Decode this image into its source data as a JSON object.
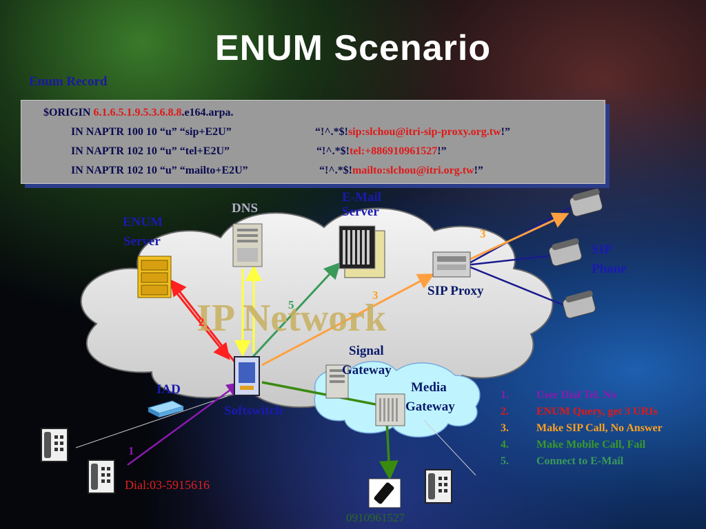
{
  "title": "ENUM Scenario",
  "enum_record": {
    "label": "Enum Record",
    "origin_prefix": "$ORIGIN ",
    "origin_digits": "6.1.6.5.1.9.5.3.6.8.8",
    "origin_suffix": ".e164.arpa.",
    "rows": [
      {
        "rr": "IN NAPTR 100 10  “u”  “sip+E2U”",
        "pre": "“!^.*$!",
        "uri": "sip:slchou@itri-sip-proxy.org.tw",
        "post": "!”"
      },
      {
        "rr": "IN NAPTR 102 10  “u”  “tel+E2U”",
        "pre": "“!^.*$!",
        "uri": "tel:+886910961527",
        "post": "!”"
      },
      {
        "rr": "IN NAPTR 102 10  “u”  “mailto+E2U”",
        "pre": "“!^.*$!",
        "uri": "mailto:slchou@itri.org.tw",
        "post": "!”"
      }
    ]
  },
  "network": {
    "cloud_label": "IP Network",
    "nodes": {
      "dns": "DNS",
      "enum_server_1": "ENUM",
      "enum_server_2": "Server",
      "email_server_1": "E-Mail",
      "email_server_2": "Server",
      "sip_phone_1": "SIP",
      "sip_phone_2": "Phone",
      "sip_proxy": "SIP Proxy",
      "signal_gateway_1": "Signal",
      "signal_gateway_2": "Gateway",
      "media_gateway_1": "Media",
      "media_gateway_2": "Gateway",
      "iad": "IAD",
      "softswitch": "Softswitch"
    },
    "dial": "Dial:03-5915616",
    "mobile_number": "0910961527",
    "arrow_numbers": {
      "n1": "1",
      "n2": "2",
      "n3a": "3",
      "n3b": "3",
      "n5": "5"
    }
  },
  "steps": [
    {
      "num": "1.",
      "text": "User Dial Tel. No",
      "color": "#8a1ab0"
    },
    {
      "num": "2.",
      "text": "ENUM Query, get 3 URIs",
      "color": "#e01818"
    },
    {
      "num": "3.",
      "text": "Make SIP Call, No Answer",
      "color": "#ffa020"
    },
    {
      "num": "4.",
      "text": "Make Mobile Call, Fail",
      "color": "#3a9a2a"
    },
    {
      "num": "5.",
      "text": "Connect to E-Mail",
      "color": "#3a9a5a"
    }
  ],
  "colors": {
    "arrow_red": "#ff2020",
    "arrow_yellow": "#ffff40",
    "arrow_green": "#3a9a5a",
    "arrow_orange": "#ffa040",
    "arrow_purple": "#8a1ab0",
    "arrow_dark_green": "#3a8a10",
    "link_navy": "#1a1a90"
  }
}
